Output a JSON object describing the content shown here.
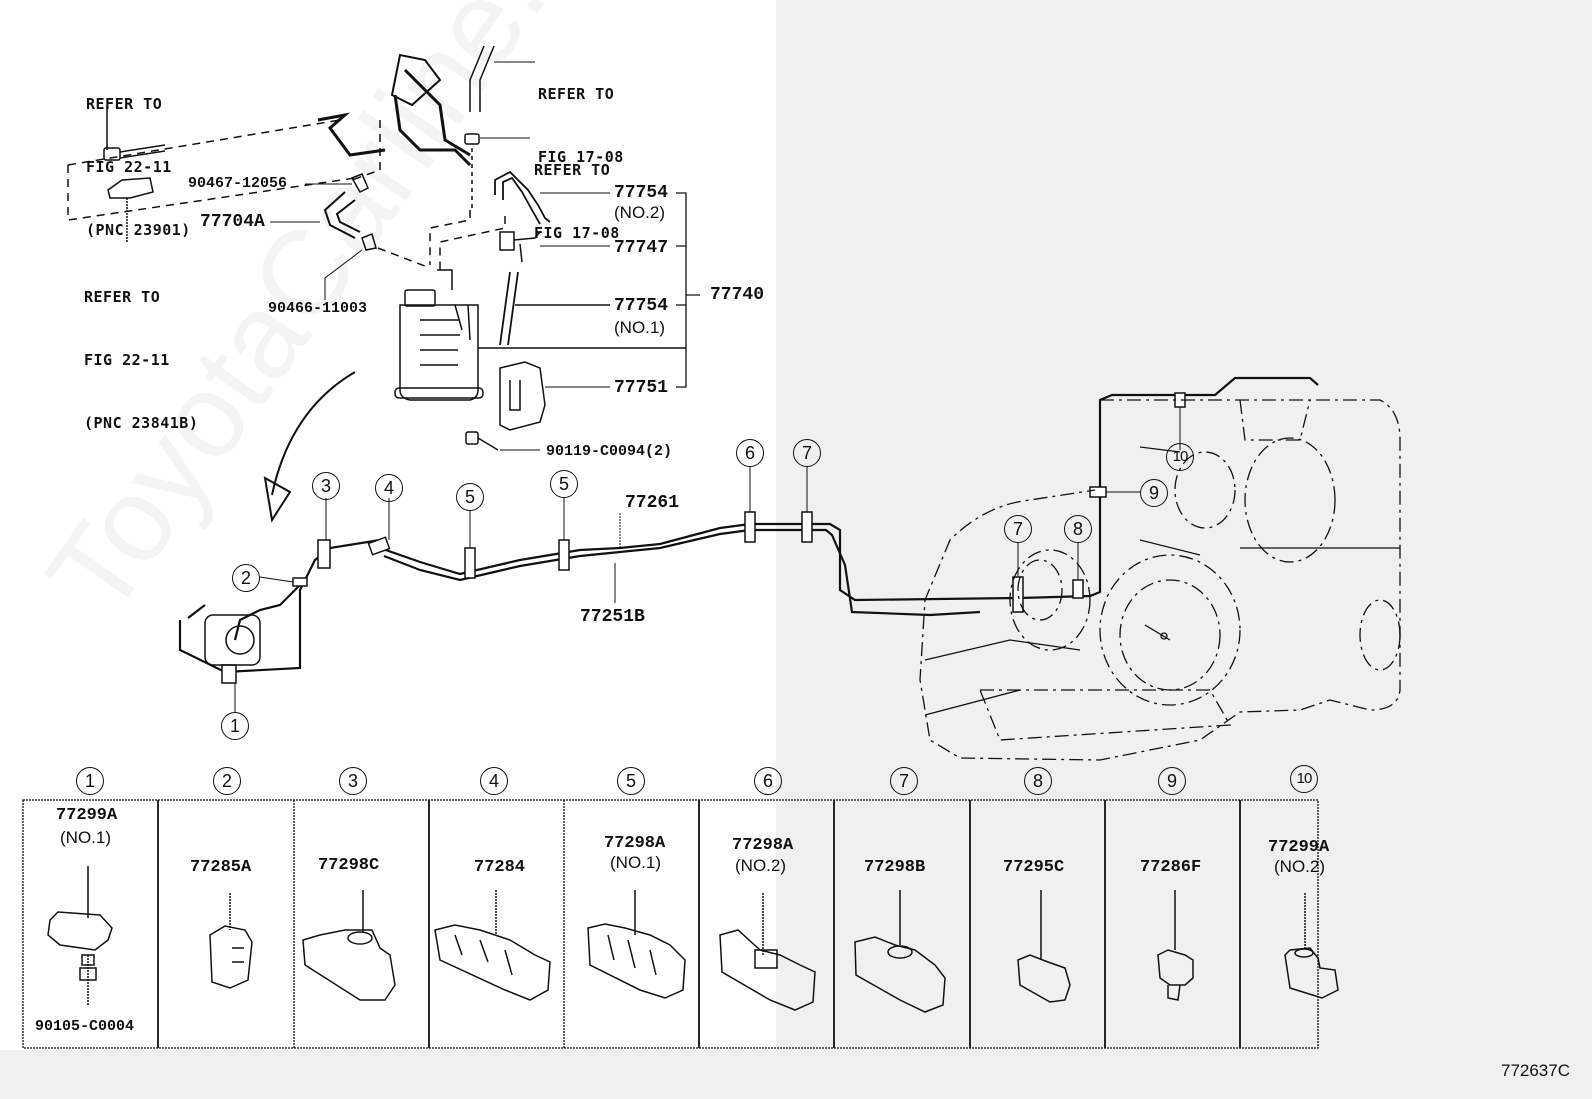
{
  "diagram": {
    "title_code": "772637C",
    "watermark": "ToyotaCarline.ru",
    "colors": {
      "background_left": "#ffffff",
      "background_right": "#f0f0f0",
      "line": "#111111"
    },
    "references": [
      {
        "id": "ref-pnc23901",
        "lines": [
          "REFER TO",
          "FIG 22-11",
          "(PNC 23901)"
        ]
      },
      {
        "id": "ref-pnc23841b",
        "lines": [
          "REFER TO",
          "FIG 22-11",
          "(PNC 23841B)"
        ]
      },
      {
        "id": "ref-fig1708-a",
        "lines": [
          "REFER TO",
          "FIG 17-08"
        ]
      },
      {
        "id": "ref-fig1708-b",
        "lines": [
          "REFER TO",
          "FIG 17-08"
        ]
      }
    ],
    "part_labels": {
      "p90467": "90467-12056",
      "p77704a": "77704A",
      "p90466": "90466-11003",
      "p77754_no2": "77754",
      "p77754_no2_sub": "(NO.2)",
      "p77747": "77747",
      "p77754_no1": "77754",
      "p77754_no1_sub": "(NO.1)",
      "p77740": "77740",
      "p77751": "77751",
      "p90119": "90119-C0094(2)",
      "p77261": "77261",
      "p77251b": "77251B"
    },
    "callouts": {
      "c1": "1",
      "c2": "2",
      "c3": "3",
      "c4": "4",
      "c5a": "5",
      "c5b": "5",
      "c6": "6",
      "c7a": "7",
      "c7b": "7",
      "c8": "8",
      "c9": "9",
      "c10": "10"
    },
    "clamp_table": [
      {
        "index": "1",
        "part": "77299A",
        "sub": "(NO.1)",
        "extra": "90105-C0004"
      },
      {
        "index": "2",
        "part": "77285A",
        "sub": "",
        "extra": ""
      },
      {
        "index": "3",
        "part": "77298C",
        "sub": "",
        "extra": ""
      },
      {
        "index": "4",
        "part": "77284",
        "sub": "",
        "extra": ""
      },
      {
        "index": "5",
        "part": "77298A",
        "sub": "(NO.1)",
        "extra": ""
      },
      {
        "index": "6",
        "part": "77298A",
        "sub": "(NO.2)",
        "extra": ""
      },
      {
        "index": "7",
        "part": "77298B",
        "sub": "",
        "extra": ""
      },
      {
        "index": "8",
        "part": "77295C",
        "sub": "",
        "extra": ""
      },
      {
        "index": "9",
        "part": "77286F",
        "sub": "",
        "extra": ""
      },
      {
        "index": "10",
        "part": "77299A",
        "sub": "(NO.2)",
        "extra": ""
      }
    ]
  }
}
